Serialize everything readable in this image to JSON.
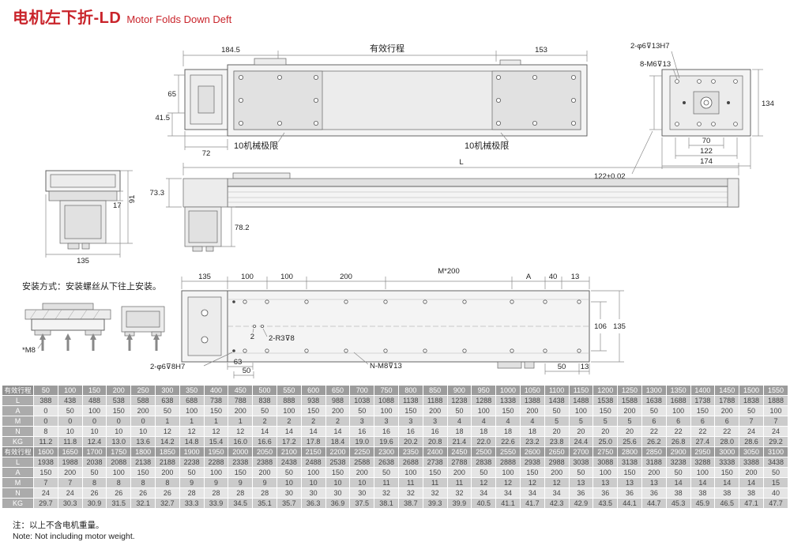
{
  "header": {
    "title_cn": "电机左下折-LD",
    "title_en": "Motor Folds Down Deft"
  },
  "plan_view": {
    "dim_left": "184.5",
    "dim_stroke": "有效行程",
    "dim_right": "153",
    "dim_65": "65",
    "dim_41_5": "41.5",
    "dim_72": "72",
    "limit_left": "10机械极限",
    "limit_right": "10机械极限"
  },
  "end_view": {
    "label_dowel": "2-φ6⊽13H7",
    "label_screws": "8-M6⊽13",
    "dim_134": "134",
    "dim_70": "70",
    "dim_122": "122",
    "dim_174": "174",
    "dim_tol": "122±0.02"
  },
  "side_view": {
    "dim_L": "L",
    "dim_73_3": "73.3",
    "dim_78_2": "78.2"
  },
  "motor_view": {
    "dim_91": "91",
    "dim_17": "17",
    "dim_135": "135"
  },
  "mount_view": {
    "note": "安装方式：安装螺丝从下往上安装。",
    "label_m8": "*M8",
    "dim_135": "135",
    "dim_100a": "100",
    "dim_100b": "100",
    "dim_200": "200",
    "dim_m200": "M*200",
    "dim_A": "A",
    "dim_40": "40",
    "dim_13a": "13",
    "dim_106": "106",
    "dim_135r": "135",
    "label_2": "2",
    "label_r3": "2-R3⊽8",
    "dim_63": "63",
    "dim_50a": "50",
    "label_nm8": "N-M8⊽13",
    "dim_50b": "50",
    "dim_13b": "13",
    "label_dowel": "2-φ6⊽8H7"
  },
  "table": {
    "row_labels": {
      "stroke": "有效行程",
      "L": "L",
      "A": "A",
      "M": "M",
      "N": "N",
      "KG": "KG"
    },
    "blocks": [
      {
        "stroke": [
          50,
          100,
          150,
          200,
          250,
          300,
          350,
          400,
          450,
          500,
          550,
          600,
          650,
          700,
          750,
          800,
          850,
          900,
          950,
          1000,
          1050,
          1100,
          1150,
          1200,
          1250,
          1300,
          1350,
          1400,
          1450,
          1500,
          1550
        ],
        "L": [
          388,
          438,
          488,
          538,
          588,
          638,
          688,
          738,
          788,
          838,
          888,
          938,
          988,
          1038,
          1088,
          1138,
          1188,
          1238,
          1288,
          1338,
          1388,
          1438,
          1488,
          1538,
          1588,
          1638,
          1688,
          1738,
          1788,
          1838,
          1888
        ],
        "A": [
          0,
          50,
          100,
          150,
          200,
          50,
          100,
          150,
          200,
          50,
          100,
          150,
          200,
          50,
          100,
          150,
          200,
          50,
          100,
          150,
          200,
          50,
          100,
          150,
          200,
          50,
          100,
          150,
          200,
          50,
          100
        ],
        "M": [
          0,
          0,
          0,
          0,
          0,
          1,
          1,
          1,
          1,
          2,
          2,
          2,
          2,
          3,
          3,
          3,
          3,
          4,
          4,
          4,
          4,
          5,
          5,
          5,
          5,
          6,
          6,
          6,
          6,
          7,
          7
        ],
        "N": [
          8,
          10,
          10,
          10,
          10,
          12,
          12,
          12,
          12,
          14,
          14,
          14,
          14,
          16,
          16,
          16,
          16,
          18,
          18,
          18,
          18,
          20,
          20,
          20,
          20,
          22,
          22,
          22,
          22,
          24,
          24
        ],
        "KG": [
          "11.2",
          "11.8",
          "12.4",
          "13.0",
          "13.6",
          "14.2",
          "14.8",
          "15.4",
          "16.0",
          "16.6",
          "17.2",
          "17.8",
          "18.4",
          "19.0",
          "19.6",
          "20.2",
          "20.8",
          "21.4",
          "22.0",
          "22.6",
          "23.2",
          "23.8",
          "24.4",
          "25.0",
          "25.6",
          "26.2",
          "26.8",
          "27.4",
          "28.0",
          "28.6",
          "29.2"
        ]
      },
      {
        "stroke": [
          1600,
          1650,
          1700,
          1750,
          1800,
          1850,
          1900,
          1950,
          2000,
          2050,
          2100,
          2150,
          2200,
          2250,
          2300,
          2350,
          2400,
          2450,
          2500,
          2550,
          2600,
          2650,
          2700,
          2750,
          2800,
          2850,
          2900,
          2950,
          3000,
          3050,
          3100
        ],
        "L": [
          1938,
          1988,
          2038,
          2088,
          2138,
          2188,
          2238,
          2288,
          2338,
          2388,
          2438,
          2488,
          2538,
          2588,
          2638,
          2688,
          2738,
          2788,
          2838,
          2888,
          2938,
          2988,
          3038,
          3088,
          3138,
          3188,
          3238,
          3288,
          3338,
          3388,
          3438
        ],
        "A": [
          150,
          200,
          50,
          100,
          150,
          200,
          50,
          100,
          150,
          200,
          50,
          100,
          150,
          200,
          50,
          100,
          150,
          200,
          50,
          100,
          150,
          200,
          50,
          100,
          150,
          200,
          50,
          100,
          150,
          200,
          50
        ],
        "M": [
          7,
          7,
          8,
          8,
          8,
          8,
          9,
          9,
          9,
          9,
          10,
          10,
          10,
          10,
          11,
          11,
          11,
          11,
          12,
          12,
          12,
          12,
          13,
          13,
          13,
          13,
          14,
          14,
          14,
          14,
          15
        ],
        "N": [
          24,
          24,
          26,
          26,
          26,
          26,
          28,
          28,
          28,
          28,
          30,
          30,
          30,
          30,
          32,
          32,
          32,
          32,
          34,
          34,
          34,
          34,
          36,
          36,
          36,
          36,
          38,
          38,
          38,
          38,
          40
        ],
        "KG": [
          "29.7",
          "30.3",
          "30.9",
          "31.5",
          "32.1",
          "32.7",
          "33.3",
          "33.9",
          "34.5",
          "35.1",
          "35.7",
          "36.3",
          "36.9",
          "37.5",
          "38.1",
          "38.7",
          "39.3",
          "39.9",
          "40.5",
          "41.1",
          "41.7",
          "42.3",
          "42.9",
          "43.5",
          "44.1",
          "44.7",
          "45.3",
          "45.9",
          "46.5",
          "47.1",
          "47.7"
        ]
      }
    ]
  },
  "footnotes": {
    "cn": "注：以上不含电机重量。",
    "en": "Note: Not including motor weight."
  }
}
